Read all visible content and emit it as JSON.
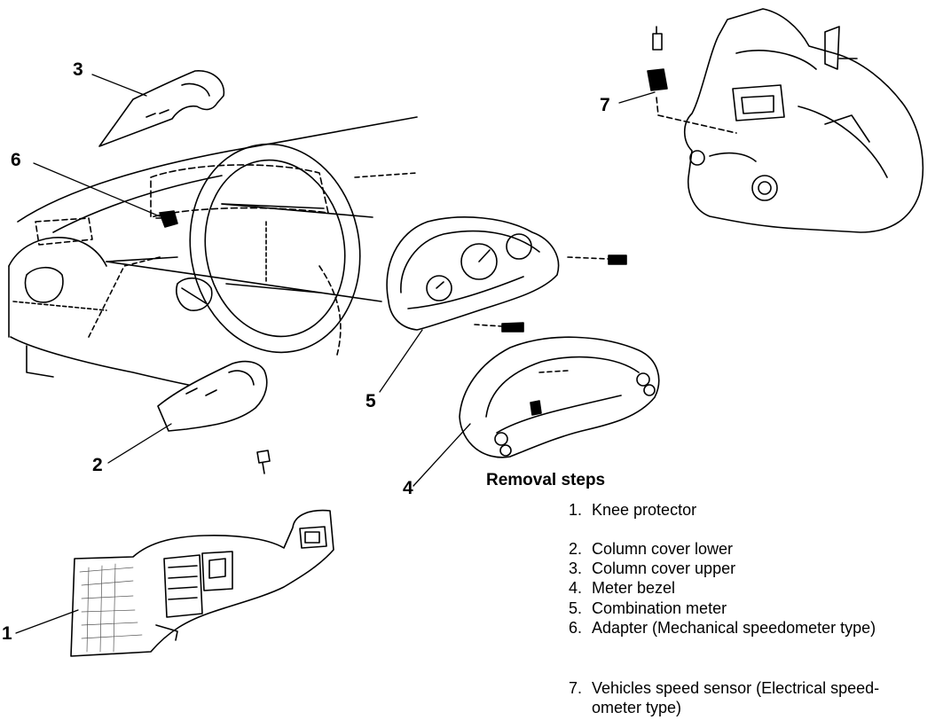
{
  "callouts": {
    "c1": "1",
    "c2": "2",
    "c3": "3",
    "c4": "4",
    "c5": "5",
    "c6": "6",
    "c7": "7"
  },
  "removal": {
    "title": "Removal steps",
    "steps": [
      {
        "num": "1.",
        "text": "Knee protector"
      },
      {
        "num": "2.",
        "text": "Column cover lower"
      },
      {
        "num": "3.",
        "text": "Column cover upper"
      },
      {
        "num": "4.",
        "text": "Meter bezel"
      },
      {
        "num": "5.",
        "text": "Combination meter"
      },
      {
        "num": "6.",
        "text": "Adapter (Mechanical speedometer type)"
      },
      {
        "num": "7.",
        "text": "Vehicles speed sensor (Electrical speed-",
        "continuation": "ometer type)"
      }
    ]
  }
}
